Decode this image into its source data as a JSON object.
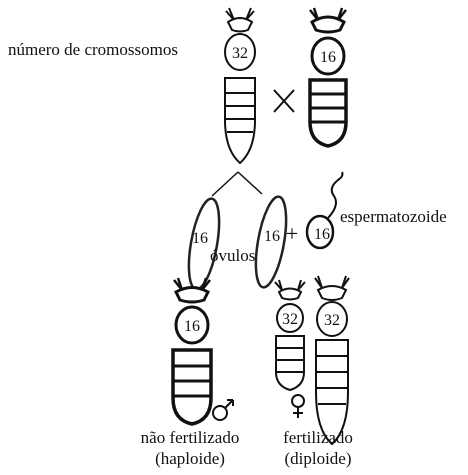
{
  "labels": {
    "chromosome_number": "número de cromossomos",
    "eggs": "óvulos",
    "sperm": "espermatozoide",
    "unfertilized": "não fertilizado",
    "haploid": "(haploide)",
    "fertilized": "fertilizado",
    "diploid": "(diploide)"
  },
  "symbols": {
    "cross": "X",
    "plus": "+",
    "male": "♂",
    "female": "♀"
  },
  "counts": {
    "queen": "32",
    "drone_parent": "16",
    "egg_1": "16",
    "egg_2": "16",
    "sperm": "16",
    "drone_offspring": "16",
    "worker": "32",
    "queen_offspring": "32"
  }
}
